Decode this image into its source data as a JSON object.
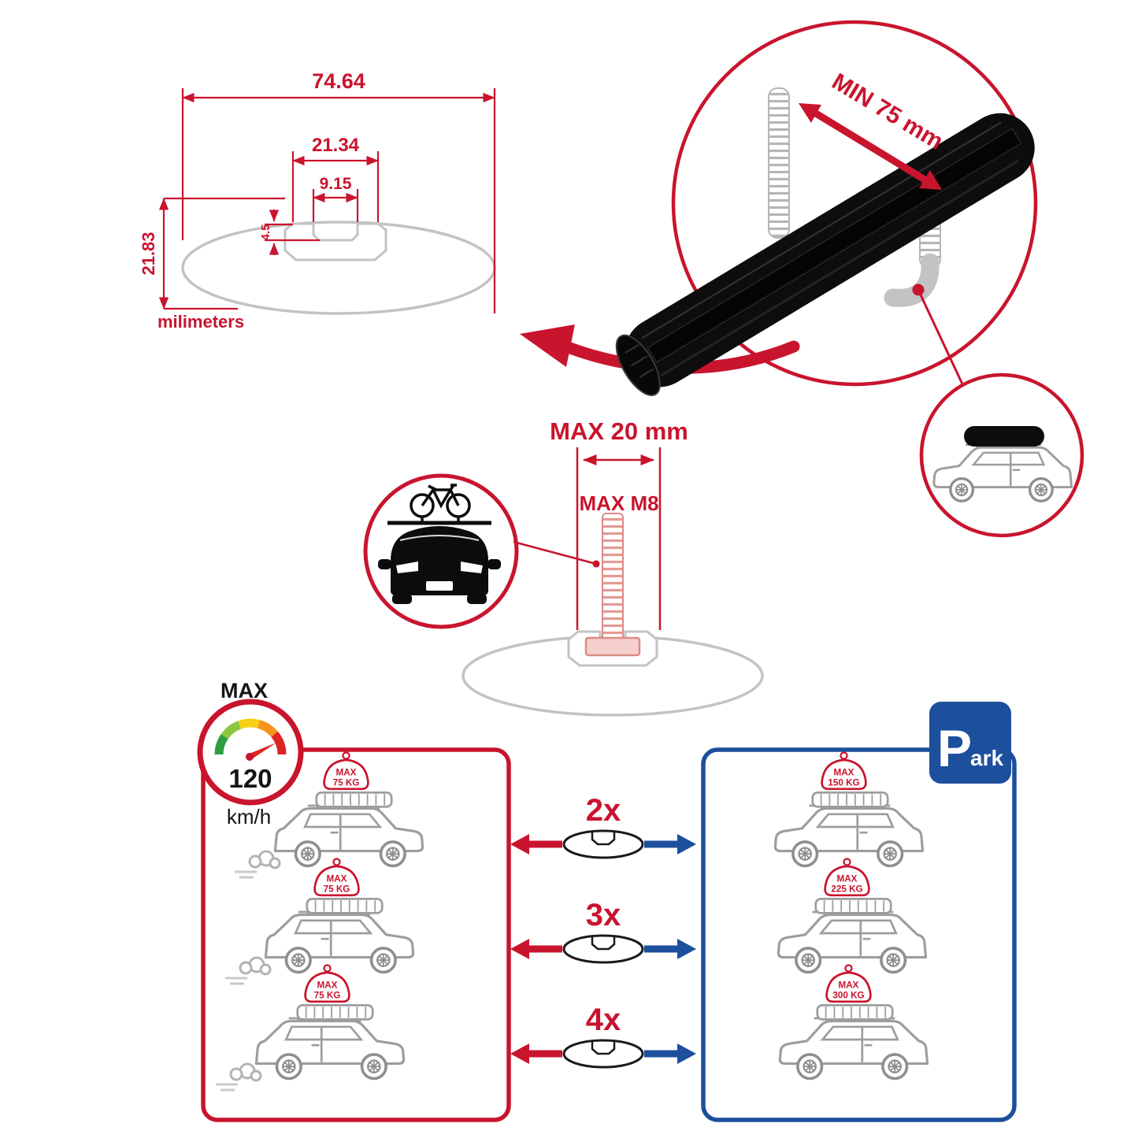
{
  "colors": {
    "accent_red": "#c9142e",
    "accent_blue": "#1c4f9c",
    "outline_gray": "#9d9d9d",
    "bar_black": "#0d0d0d"
  },
  "dimension_diagram": {
    "total_width": "74.64",
    "channel_outer_width": "21.34",
    "slot_width": "9.15",
    "slot_depth": "4.5",
    "profile_height": "21.83",
    "units_label": "milimeters"
  },
  "crossbar_detail": {
    "min_clamp_label": "MIN 75 mm"
  },
  "bolt_spec": {
    "max_length_label": "MAX 20 mm",
    "max_thread_label": "MAX M8"
  },
  "speedometer": {
    "label": "MAX",
    "value": "120",
    "unit": "km/h"
  },
  "park_sign": {
    "letter": "P",
    "suffix": "ark"
  },
  "multipliers": [
    "2x",
    "3x",
    "4x"
  ],
  "loads": {
    "driving": [
      {
        "max_label": "MAX",
        "weight": "75 KG"
      },
      {
        "max_label": "MAX",
        "weight": "75 KG"
      },
      {
        "max_label": "MAX",
        "weight": "75 KG"
      }
    ],
    "parked": [
      {
        "max_label": "MAX",
        "weight": "150 KG"
      },
      {
        "max_label": "MAX",
        "weight": "225 KG"
      },
      {
        "max_label": "MAX",
        "weight": "300 KG"
      }
    ]
  }
}
